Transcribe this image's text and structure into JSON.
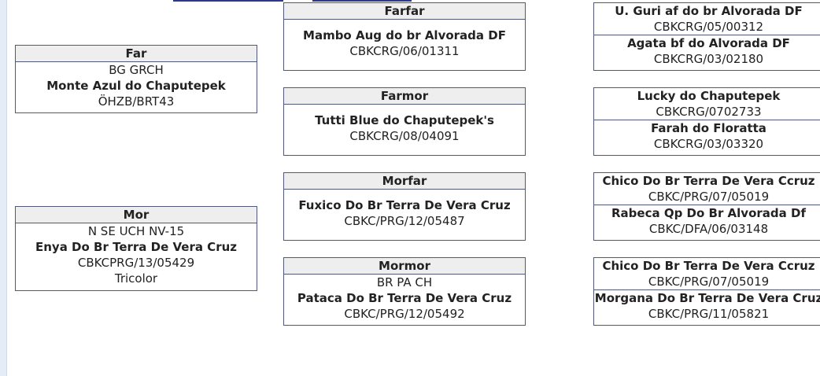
{
  "far": {
    "header": "Far",
    "title": "BG GRCH",
    "name": "Monte Azul do Chaputepek",
    "reg": "ÖHZB/BRT43"
  },
  "mor": {
    "header": "Mor",
    "title": "N SE UCH NV-15",
    "name": "Enya Do Br Terra De Vera Cruz",
    "reg": "CBKCPRG/13/05429",
    "color": "Tricolor"
  },
  "farfar": {
    "header": "Farfar",
    "name": "Mambo Aug do br Alvorada DF",
    "reg": "CBKCRG/06/01311"
  },
  "farmor": {
    "header": "Farmor",
    "name": "Tutti Blue do Chaputepek's",
    "reg": "CBKCRG/08/04091"
  },
  "morfar": {
    "header": "Morfar",
    "name": "Fuxico Do Br Terra De Vera Cruz",
    "reg": "CBKC/PRG/12/05487"
  },
  "mormor": {
    "header": "Mormor",
    "title": "BR PA CH",
    "name": "Pataca Do Br Terra De Vera Cruz",
    "reg": "CBKC/PRG/12/05492"
  },
  "gen3": [
    {
      "sire": "U. Guri af do br Alvorada DF",
      "sire_reg": "CBKCRG/05/00312",
      "dam": "Agata bf do Alvorada DF",
      "dam_reg": "CBKCRG/03/02180"
    },
    {
      "sire": "Lucky do Chaputepek",
      "sire_reg": "CBKCRG/0702733",
      "dam": "Farah do Floratta",
      "dam_reg": "CBKCRG/03/03320"
    },
    {
      "sire": "Chico Do Br Terra De Vera Ccruz",
      "sire_reg": "CBKC/PRG/07/05019",
      "dam": "Rabeca Qp Do Br Alvorada Df",
      "dam_reg": "CBKC/DFA/06/03148"
    },
    {
      "sire": "Chico Do Br Terra De Vera Ccruz",
      "sire_reg": "CBKC/PRG/07/05019",
      "dam": "Morgana Do Br Terra De Vera Cruz",
      "dam_reg": "CBKC/PRG/11/05821"
    }
  ]
}
